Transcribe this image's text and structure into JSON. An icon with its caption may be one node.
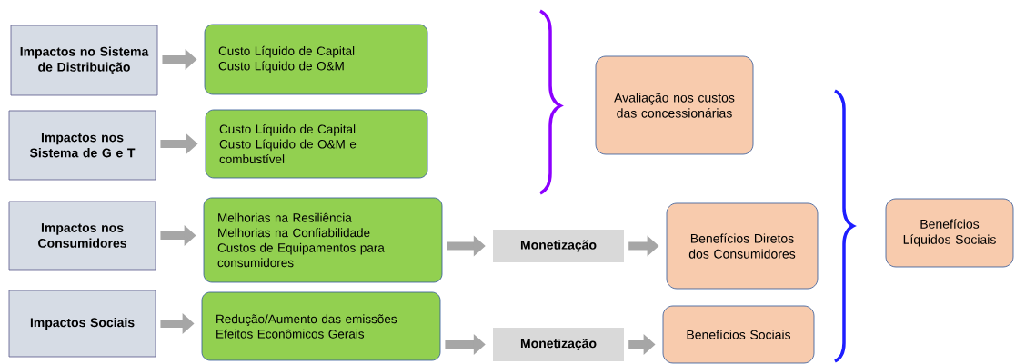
{
  "diagram": {
    "nodes": [
      {
        "text": [
          "Impactos no Sistema de Distribuição"
        ]
      },
      {
        "text": [
          "Custo Líquido de Capital",
          "Custo Líquido de O&M"
        ]
      },
      {
        "text": [
          "Impactos nos Sistema de G e T"
        ]
      },
      {
        "text": [
          "Custo Líquido de Capital",
          "Custo Líquido de O&M e combustível"
        ]
      },
      {
        "text": [
          "Impactos nos Consumidores"
        ]
      },
      {
        "text": [
          "Melhorias na Resiliência",
          "Melhorias na Confiabilidade",
          "Custos de Equipamentos para consumidores"
        ]
      },
      {
        "text": [
          "Impactos Sociais"
        ]
      },
      {
        "text": [
          "Redução/Aumento das emissões",
          "Efeitos Econômicos Gerais"
        ]
      },
      {
        "text": [
          "Monetização"
        ]
      },
      {
        "text": [
          "Monetização"
        ]
      },
      {
        "text": [
          "Avaliação nos custos das concessionárias"
        ]
      },
      {
        "text": [
          "Benefícios Diretos dos Consumidores"
        ]
      },
      {
        "text": [
          "Benefícios Sociais"
        ]
      },
      {
        "text": [
          "Benefícios Líquidos Sociais"
        ]
      }
    ],
    "edges": [
      {
        "from": 0,
        "to": 1,
        "arrow": "to"
      },
      {
        "from": 2,
        "to": 3,
        "arrow": "to"
      },
      {
        "from": 4,
        "to": 5,
        "arrow": "to"
      },
      {
        "from": 6,
        "to": 7,
        "arrow": "to"
      },
      {
        "from": 5,
        "to": 8,
        "arrow": "to"
      },
      {
        "from": 8,
        "to": 11,
        "arrow": "to"
      },
      {
        "from": 7,
        "to": 9,
        "arrow": "to"
      },
      {
        "from": 9,
        "to": 12,
        "arrow": "to"
      }
    ]
  }
}
